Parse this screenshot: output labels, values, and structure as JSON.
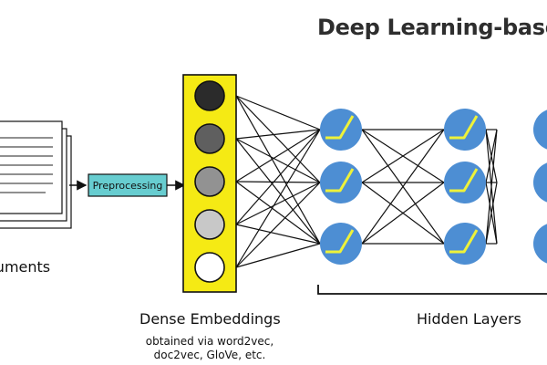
{
  "title": "Deep Learning-base",
  "input": {
    "label": "cuments"
  },
  "preprocessing": {
    "label": "Preprocessing"
  },
  "embeddings": {
    "label": "Dense Embeddings",
    "note": "obtained via word2vec, doc2vec, GloVe, etc.",
    "shades": [
      "#2b2b2b",
      "#5f5f5f",
      "#929292",
      "#c8c8c8",
      "#ffffff"
    ]
  },
  "hidden_layers": {
    "label": "Hidden Layers",
    "columns": 2,
    "neurons_per_column": 3
  },
  "colors": {
    "embedding_box": "#f5ea14",
    "preprocessing_box": "#67cdd0",
    "neuron": "#4d8ed3",
    "activation": "#eef23a",
    "edge": "#111111"
  }
}
